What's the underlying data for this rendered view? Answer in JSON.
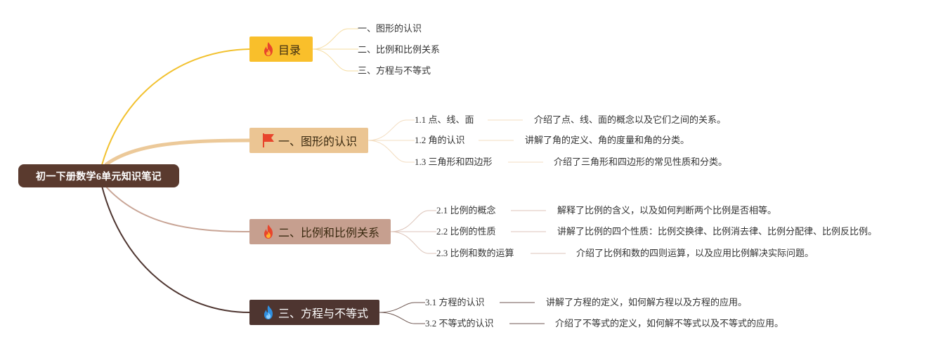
{
  "root": {
    "label": "初一下册数学6单元知识笔记"
  },
  "colors": {
    "root": "#5a3a2e",
    "branch_toc": "#f9bf2b",
    "branch_1": "#ebc593",
    "branch_2": "#c69f8f",
    "branch_3": "#4e3530"
  },
  "branches": [
    {
      "icon": "fire-icon",
      "label": "目录",
      "items": [
        {
          "label": "一、图形的认识"
        },
        {
          "label": "二、比例和比例关系"
        },
        {
          "label": "三、方程与不等式"
        }
      ]
    },
    {
      "icon": "flag-icon",
      "label": "一、图形的认识",
      "items": [
        {
          "label": "1.1 点、线、面",
          "desc": "介绍了点、线、面的概念以及它们之间的关系。"
        },
        {
          "label": "1.2 角的认识",
          "desc": "讲解了角的定义、角的度量和角的分类。"
        },
        {
          "label": "1.3 三角形和四边形",
          "desc": "介绍了三角形和四边形的常见性质和分类。"
        }
      ]
    },
    {
      "icon": "fire-icon",
      "label": "二、比例和比例关系",
      "items": [
        {
          "label": "2.1 比例的概念",
          "desc": "解释了比例的含义，以及如何判断两个比例是否相等。"
        },
        {
          "label": "2.2 比例的性质",
          "desc": "讲解了比例的四个性质：比例交换律、比例消去律、比例分配律、比例反比例。"
        },
        {
          "label": "2.3 比例和数的运算",
          "desc": "介绍了比例和数的四则运算，以及应用比例解决实际问题。"
        }
      ]
    },
    {
      "icon": "drop-flame-icon",
      "label": "三、方程与不等式",
      "items": [
        {
          "label": "3.1 方程的认识",
          "desc": "讲解了方程的定义，如何解方程以及方程的应用。"
        },
        {
          "label": "3.2 不等式的认识",
          "desc": "介绍了不等式的定义，如何解不等式以及不等式的应用。"
        }
      ]
    }
  ]
}
